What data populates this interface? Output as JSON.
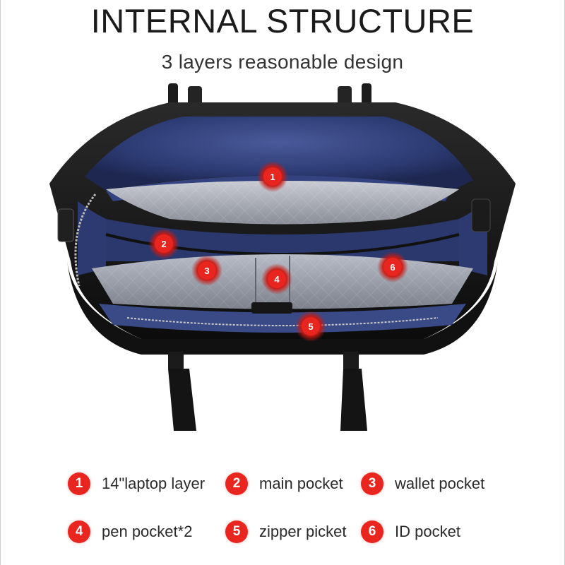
{
  "header": {
    "title": "INTERNAL STRUCTURE",
    "subtitle": "3 layers reasonable design"
  },
  "photo": {
    "markers": [
      "1",
      "2",
      "3",
      "4",
      "5",
      "6"
    ]
  },
  "legend": {
    "items": [
      {
        "number": "1",
        "label": "14\"laptop layer"
      },
      {
        "number": "2",
        "label": "main pocket"
      },
      {
        "number": "3",
        "label": "wallet pocket"
      },
      {
        "number": "4",
        "label": "pen pocket*2"
      },
      {
        "number": "5",
        "label": "zipper picket"
      },
      {
        "number": "6",
        "label": "ID pocket"
      }
    ]
  },
  "colors": {
    "badge": "#e8261f",
    "lining": "#2f3f7a",
    "leather": "#151515"
  }
}
